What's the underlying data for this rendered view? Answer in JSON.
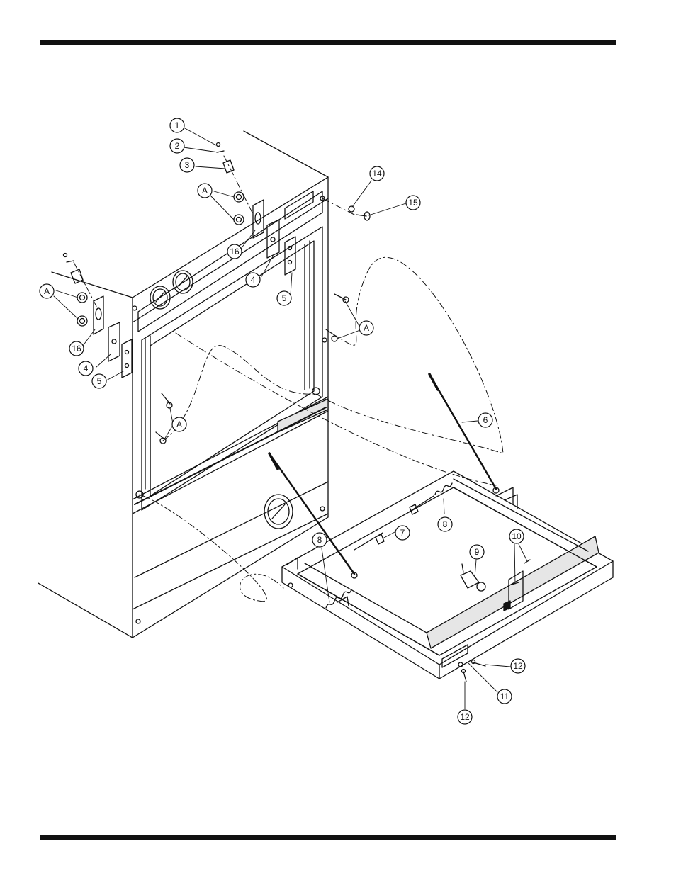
{
  "colors": {
    "line": "#111111",
    "background": "#ffffff",
    "panel_shade": "#e6e6e6"
  },
  "callouts": [
    {
      "id": "c1",
      "label": "1"
    },
    {
      "id": "c2",
      "label": "2"
    },
    {
      "id": "c3",
      "label": "3"
    },
    {
      "id": "cA1",
      "label": "A"
    },
    {
      "id": "c16a",
      "label": "16"
    },
    {
      "id": "c4a",
      "label": "4"
    },
    {
      "id": "c5a",
      "label": "5"
    },
    {
      "id": "c14",
      "label": "14"
    },
    {
      "id": "c15",
      "label": "15"
    },
    {
      "id": "cA2",
      "label": "A"
    },
    {
      "id": "cA3",
      "label": "A"
    },
    {
      "id": "c16b",
      "label": "16"
    },
    {
      "id": "c4b",
      "label": "4"
    },
    {
      "id": "c5b",
      "label": "5"
    },
    {
      "id": "cA4",
      "label": "A"
    },
    {
      "id": "c6",
      "label": "6"
    },
    {
      "id": "c7",
      "label": "7"
    },
    {
      "id": "c8a",
      "label": "8"
    },
    {
      "id": "c8b",
      "label": "8"
    },
    {
      "id": "c9",
      "label": "9"
    },
    {
      "id": "c10",
      "label": "10"
    },
    {
      "id": "c12a",
      "label": "12"
    },
    {
      "id": "c11",
      "label": "11"
    },
    {
      "id": "c12b",
      "label": "12"
    }
  ]
}
